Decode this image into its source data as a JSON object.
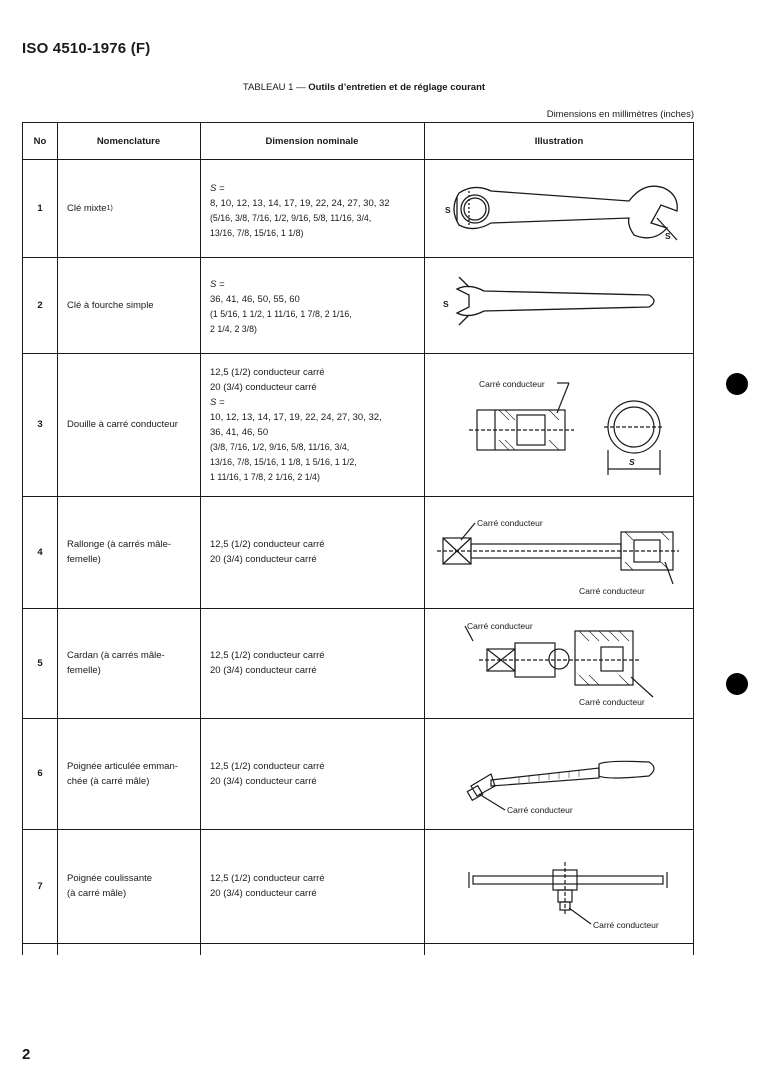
{
  "document": {
    "standard_id": "ISO 4510-1976 (F)",
    "table_title_prefix": "TABLEAU 1 —",
    "table_title": "Outils d’entretien et de réglage courant",
    "units_note": "Dimensions en millimètres (inches)",
    "page_number": "2"
  },
  "table": {
    "headers": {
      "no": "No",
      "nomenclature": "Nomenclature",
      "dimension": "Dimension nominale",
      "illustration": "Illustration"
    },
    "rows": [
      {
        "no": "1",
        "nomenclature": [
          "Clé mixte"
        ],
        "footnote_mark": "1)",
        "dimension": [
          "S =",
          "8, 10, 12, 13, 14, 17, 19, 22, 24, 27, 30, 32",
          "(5/16, 3/8, 7/16, 1/2, 9/16, 5/8, 11/16, 3/4,",
          "13/16, 7/8, 15/16, 1 1/8)"
        ],
        "illustration_labels": [
          "S",
          "S"
        ]
      },
      {
        "no": "2",
        "nomenclature": [
          "Clé à fourche simple"
        ],
        "dimension": [
          "S =",
          "36, 41, 46, 50, 55, 60",
          "(1 5/16, 1 1/2, 1  11/16, 1 7/8, 2 1/16,",
          "2 1/4, 2 3/8)"
        ],
        "illustration_labels": [
          "S"
        ]
      },
      {
        "no": "3",
        "nomenclature": [
          "Douille à carré conducteur"
        ],
        "dimension": [
          "12,5 (1/2) conducteur carré",
          "20   (3/4) conducteur carré",
          "S =",
          "10, 12, 13, 14, 17, 19, 22, 24, 27, 30, 32,",
          "36, 41, 46, 50",
          "(3/8, 7/16, 1/2, 9/16, 5/8, 11/16, 3/4,",
          "13/16, 7/8, 15/16, 1 1/8, 1 5/16, 1 1/2,",
          "1 11/16, 1 7/8, 2 1/16, 2 1/4)"
        ],
        "illustration_labels": [
          "Carré conducteur",
          "S"
        ]
      },
      {
        "no": "4",
        "nomenclature": [
          "Rallonge (à carrés mâle-",
          "femelle)"
        ],
        "dimension": [
          "12,5 (1/2) conducteur carré",
          "20   (3/4) conducteur carré"
        ],
        "illustration_labels": [
          "Carré conducteur",
          "Carré conducteur"
        ]
      },
      {
        "no": "5",
        "nomenclature": [
          "Cardan (à carrés mâle-",
          "femelle)"
        ],
        "dimension": [
          "12,5 (1/2) conducteur carré",
          "20   (3/4) conducteur carré"
        ],
        "illustration_labels": [
          "Carré conducteur",
          "Carré conducteur"
        ]
      },
      {
        "no": "6",
        "nomenclature": [
          "Poignée articulée emman-",
          "chée (à carré mâle)"
        ],
        "dimension": [
          "12,5 (1/2) conducteur carré",
          "20   (3/4) conducteur carré"
        ],
        "illustration_labels": [
          "Carré conducteur"
        ]
      },
      {
        "no": "7",
        "nomenclature": [
          "Poignée coulissante",
          "(à carré mâle)"
        ],
        "dimension": [
          "12,5 (1/2) conducteur carré",
          "20   (3/4) conducteur carré"
        ],
        "illustration_labels": [
          "Carré conducteur"
        ]
      }
    ]
  }
}
